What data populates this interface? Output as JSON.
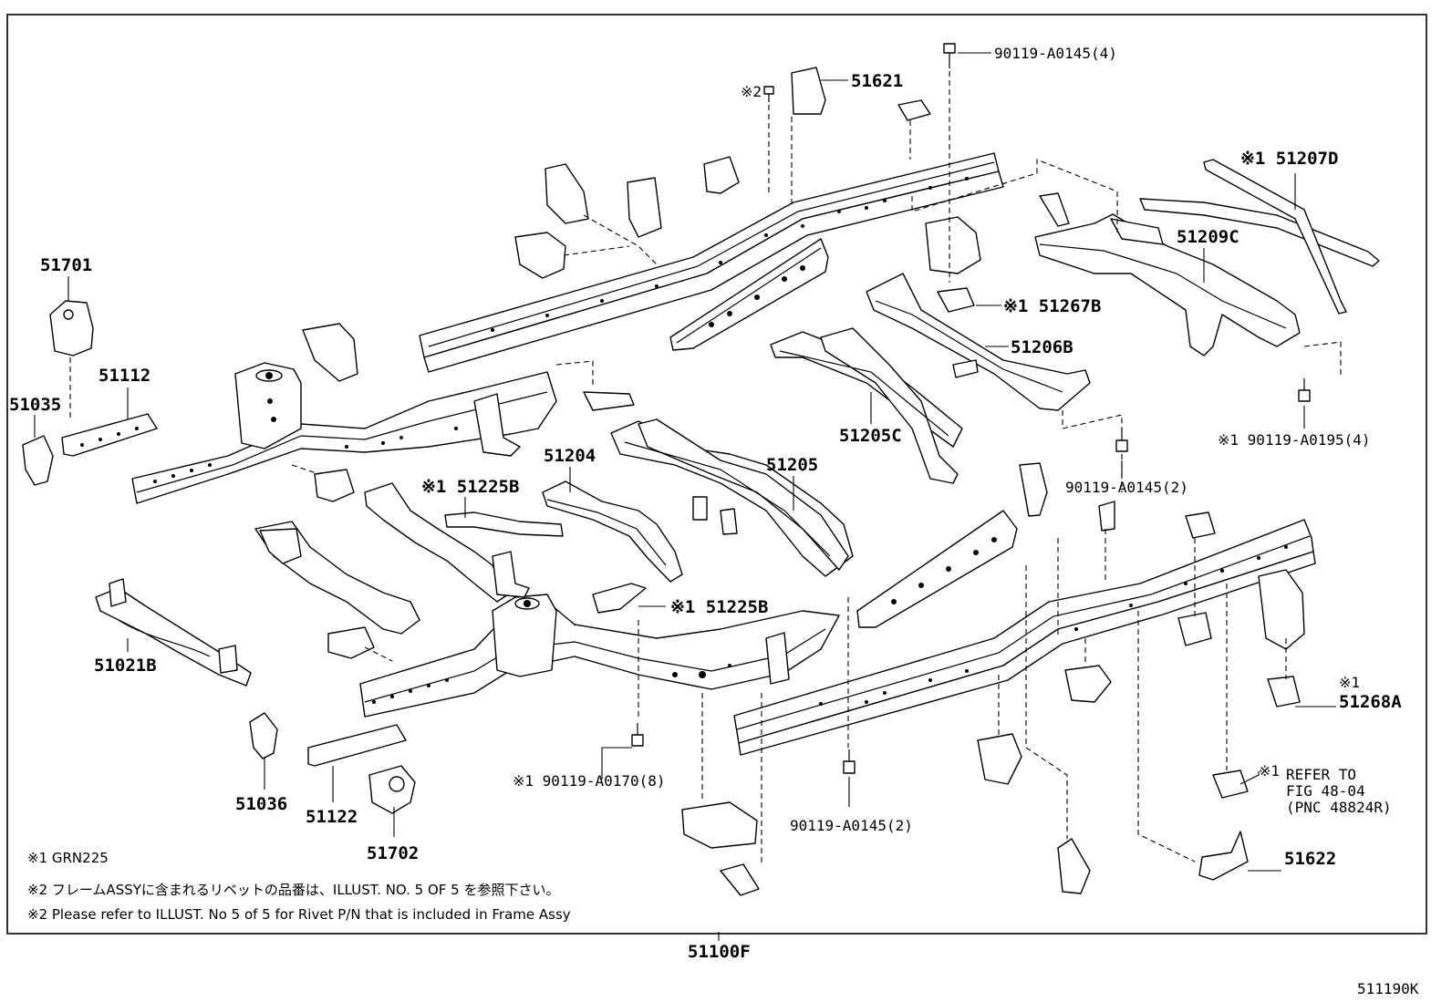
{
  "callouts": {
    "p51621": "51621",
    "p90119_a0145_4": "90119-A0145(4)",
    "mark2_rivet": "※2",
    "p51207d": "※1 51207D",
    "p51209c": "51209C",
    "p51701": "51701",
    "p51112": "51112",
    "p51035": "51035",
    "p51267b": "※1 51267B",
    "p51206b": "51206B",
    "p90119_a0195_4": "※1 90119-A0195(4)",
    "p51205c": "51205C",
    "p51204": "51204",
    "p51225b_upper": "※1 51225B",
    "p51205": "51205",
    "p90119_a0145_2_right": "90119-A0145(2)",
    "p51225b_lower": "※1 51225B",
    "p51021b": "51021B",
    "p51036": "51036",
    "p51122": "51122",
    "p51702": "51702",
    "p90119_a0170_8": "※1 90119-A0170(8)",
    "p90119_a0145_2_center": "90119-A0145(2)",
    "p51268a_mark": "※1",
    "p51268a": "51268A",
    "refer_mark": "※1",
    "refer_line1": "REFER TO",
    "refer_line2": "FIG 48-04",
    "refer_line3": "(PNC 48824R)",
    "p51622": "51622",
    "p51100f": "51100F"
  },
  "notes": {
    "note1": "※1 GRN225",
    "note2_jp": "※2 フレームASSYに含まれるリベットの品番は、ILLUST. NO. 5  OF  5  を参照下さい。",
    "note2_en": "※2 Please refer to ILLUST. No 5 of 5 for Rivet P/N that is included in Frame Assy"
  },
  "illustration_code": "511190K"
}
